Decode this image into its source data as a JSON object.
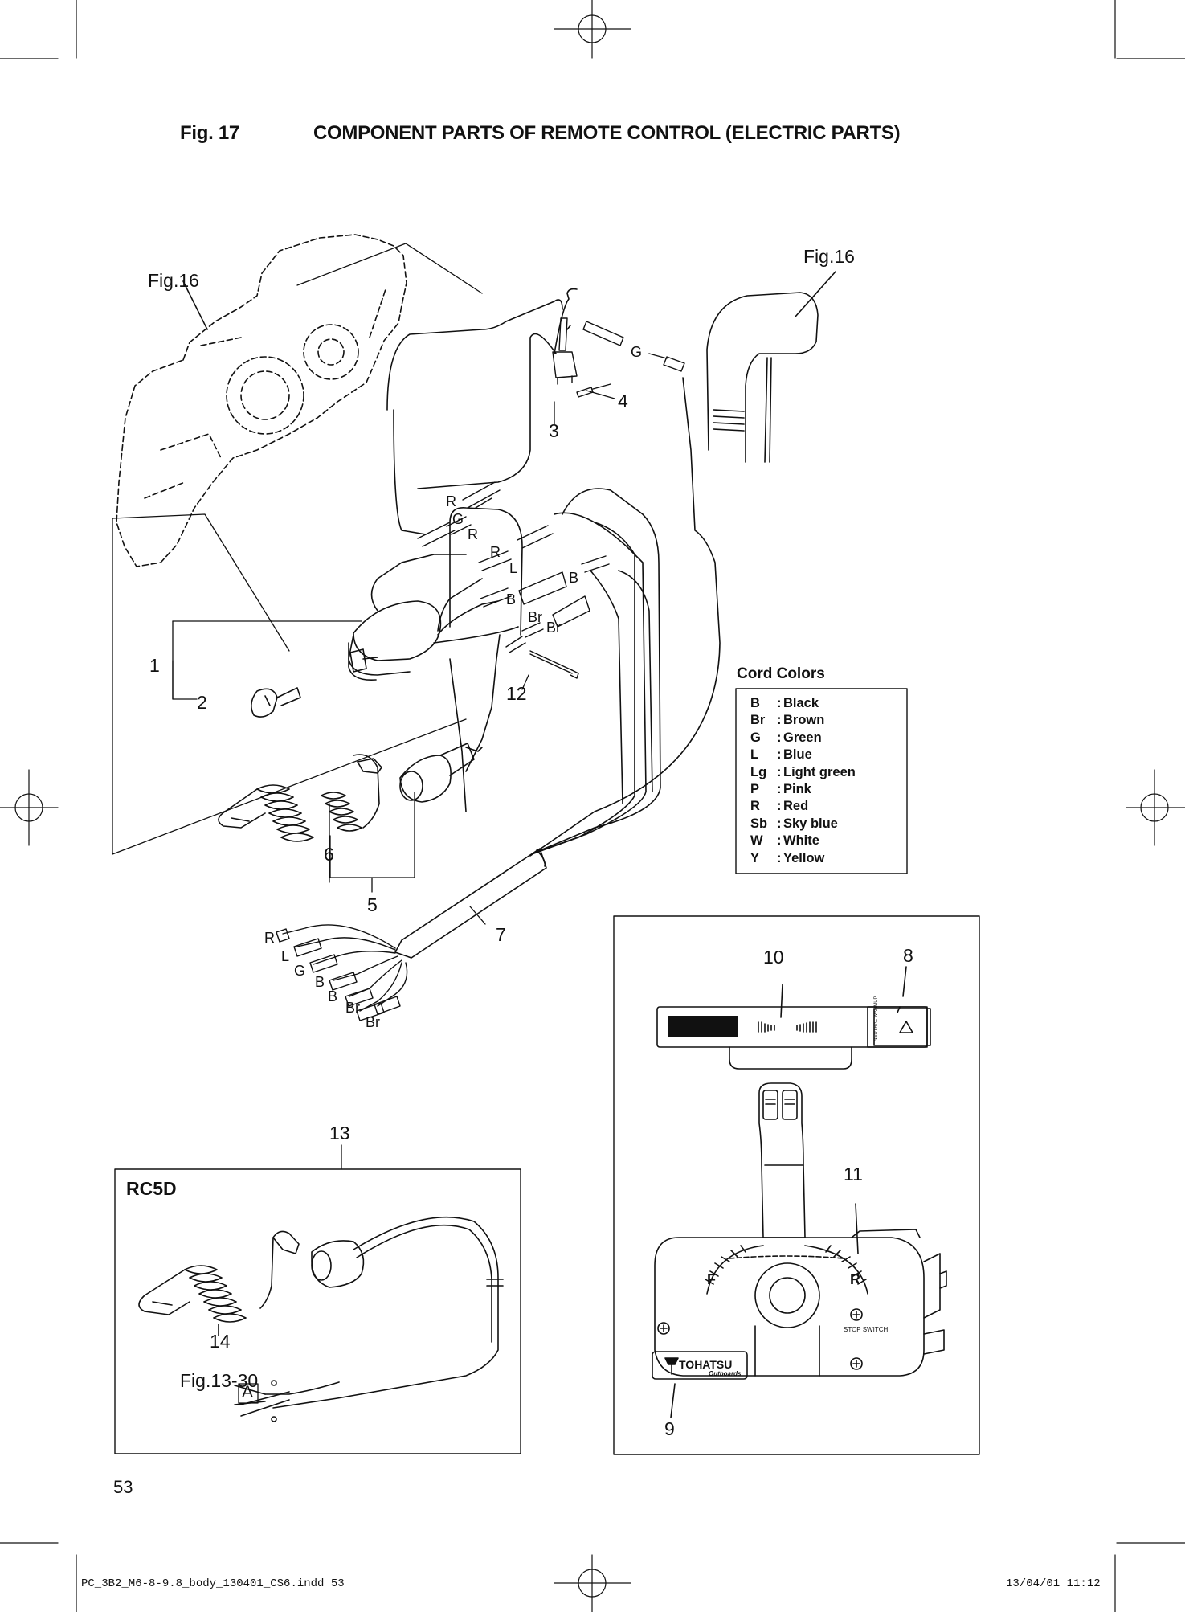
{
  "header": {
    "fig_label": "Fig. 17",
    "title": "COMPONENT PARTS OF REMOTE CONTROL (ELECTRIC PARTS)"
  },
  "refs": {
    "fig16_left": "Fig.16",
    "fig16_right": "Fig.16",
    "fig13_30": "Fig.13-30",
    "box_a": "A"
  },
  "callouts": [
    "1",
    "2",
    "3",
    "4",
    "5",
    "6",
    "7",
    "8",
    "9",
    "10",
    "11",
    "12",
    "13",
    "14"
  ],
  "wire_labels_upper": [
    "G",
    "R",
    "G",
    "R",
    "R",
    "L",
    "B",
    "B",
    "Br",
    "Br"
  ],
  "wire_labels_lower": [
    "R",
    "L",
    "G",
    "B",
    "B",
    "Br",
    "Br"
  ],
  "legend": {
    "title": "Cord Colors",
    "rows": [
      {
        "code": "B",
        "name": "Black"
      },
      {
        "code": "Br",
        "name": "Brown"
      },
      {
        "code": "G",
        "name": "Green"
      },
      {
        "code": "L",
        "name": "Blue"
      },
      {
        "code": "Lg",
        "name": "Light green"
      },
      {
        "code": "P",
        "name": "Pink"
      },
      {
        "code": "R",
        "name": "Red"
      },
      {
        "code": "Sb",
        "name": "Sky blue"
      },
      {
        "code": "W",
        "name": "White"
      },
      {
        "code": "Y",
        "name": "Yellow"
      }
    ]
  },
  "inset_rc5d": {
    "label": "RC5D"
  },
  "control_box": {
    "brand": "TOHATSU",
    "brand_sub": "Outboards",
    "stop_switch": "STOP SWITCH",
    "neutral_warmup": "NEUTRAL WARMUP",
    "forward_mark": "F",
    "reverse_mark": "R"
  },
  "page_number": "53",
  "footer": {
    "file": "PC_3B2_M6-8-9.8_body_130401_CS6.indd   53",
    "timestamp": "13/04/01   11:12"
  },
  "icons": [
    "registration-mark-icon",
    "crop-mark-icon"
  ]
}
